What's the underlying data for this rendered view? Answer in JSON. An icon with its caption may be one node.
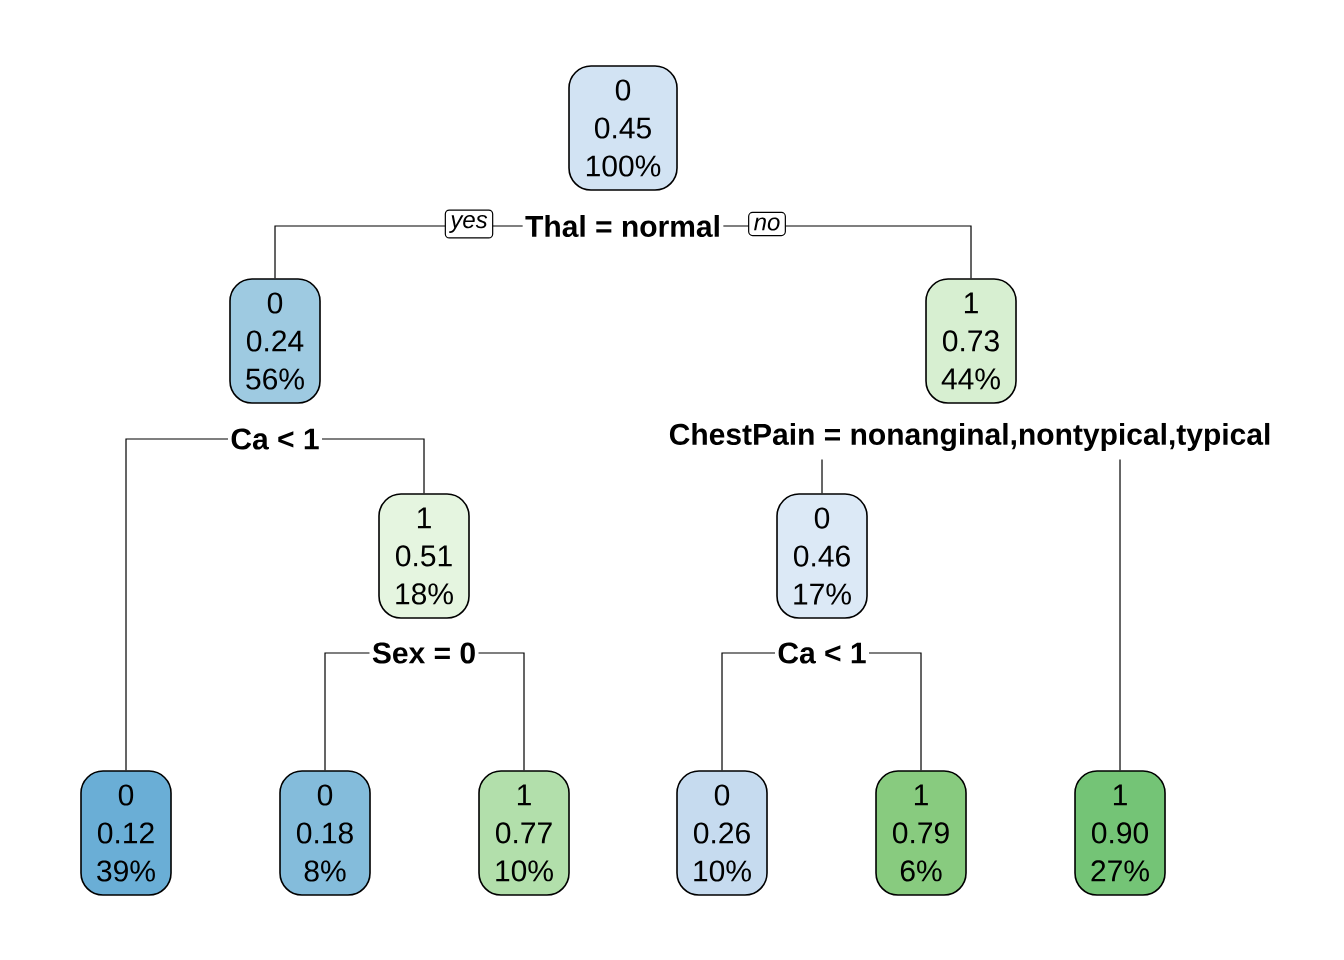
{
  "diagram": {
    "nodes": [
      {
        "text": [
          "0",
          "0.45",
          "100%"
        ]
      },
      {
        "text": [
          "Thal = normal"
        ]
      },
      {
        "text": [
          "0",
          "0.24",
          "56%"
        ]
      },
      {
        "text": [
          "1",
          "0.73",
          "44%"
        ]
      },
      {
        "text": [
          "Ca < 1"
        ]
      },
      {
        "text": [
          "ChestPain = nonanginal,nontypical,typical"
        ]
      },
      {
        "text": [
          "1",
          "0.51",
          "18%"
        ]
      },
      {
        "text": [
          "0",
          "0.46",
          "17%"
        ]
      },
      {
        "text": [
          "Sex = 0"
        ]
      },
      {
        "text": [
          "Ca < 1"
        ]
      },
      {
        "text": [
          "0",
          "0.12",
          "39%"
        ]
      },
      {
        "text": [
          "0",
          "0.18",
          "8%"
        ]
      },
      {
        "text": [
          "1",
          "0.77",
          "10%"
        ]
      },
      {
        "text": [
          "0",
          "0.26",
          "10%"
        ]
      },
      {
        "text": [
          "1",
          "0.79",
          "6%"
        ]
      },
      {
        "text": [
          "1",
          "0.90",
          "27%"
        ]
      }
    ],
    "edges": [
      {
        "from": 1,
        "to": 2,
        "arrow": "none",
        "label": "yes"
      },
      {
        "from": 1,
        "to": 3,
        "arrow": "none",
        "label": "no"
      },
      {
        "from": 4,
        "to": 10,
        "arrow": "none"
      },
      {
        "from": 4,
        "to": 6,
        "arrow": "none"
      },
      {
        "from": 5,
        "to": 7,
        "arrow": "none"
      },
      {
        "from": 5,
        "to": 15,
        "arrow": "none"
      },
      {
        "from": 8,
        "to": 11,
        "arrow": "none"
      },
      {
        "from": 8,
        "to": 12,
        "arrow": "none"
      },
      {
        "from": 9,
        "to": 13,
        "arrow": "none"
      },
      {
        "from": 9,
        "to": 14,
        "arrow": "none"
      }
    ]
  }
}
